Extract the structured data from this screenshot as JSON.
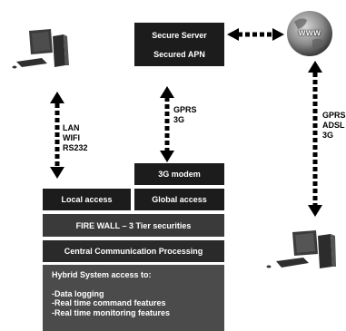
{
  "server": {
    "title": "Secure Server",
    "subtitle": "Secured APN"
  },
  "internet": {
    "label": "www"
  },
  "links": {
    "local": [
      "LAN",
      "WIFI",
      "RS232"
    ],
    "gprs": [
      "GPRS",
      "3G"
    ],
    "internet": [
      "GPRS",
      "ADSL",
      "3G"
    ]
  },
  "stack": {
    "modem": "3G modem",
    "local_access": "Local access",
    "global_access": "Global access",
    "firewall": "FIRE WALL – 3 Tier securities",
    "ccp": "Central Communication Processing",
    "hybrid_title": "Hybrid System access to:",
    "features": [
      "-Data logging",
      "-Real time command features",
      "-Real time monitoring features"
    ]
  },
  "colors": {
    "dark": "#1a1a1a",
    "mid": "#3a3a3a",
    "panel": "#4b4b4b"
  }
}
